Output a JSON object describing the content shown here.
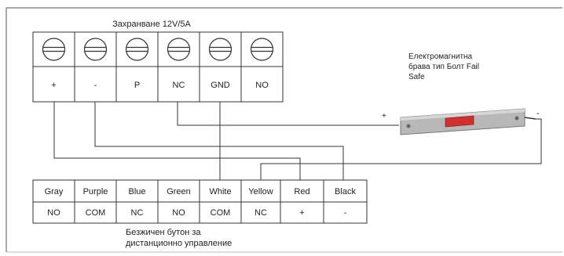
{
  "power_block": {
    "title": "Захранване 12V/5A",
    "terminals": [
      "+",
      "-",
      "P",
      "NC",
      "GND",
      "NO"
    ]
  },
  "lock": {
    "label_lines": [
      "Електромагнитна",
      "брава тип Болт Fail",
      "Safe"
    ],
    "plus_label": "+",
    "minus_label": "-",
    "colors": {
      "body": "#b8b8b8",
      "red_window": "#d32f2f"
    }
  },
  "remote": {
    "colors": [
      "Gray",
      "Purple",
      "Blue",
      "Green",
      "White",
      "Yellow",
      "Red",
      "Black"
    ],
    "functions": [
      "NO",
      "COM",
      "NC",
      "NO",
      "COM",
      "NC",
      "+",
      "-"
    ],
    "caption_lines": [
      "Безжичен бутон за",
      "дистанционно управление"
    ]
  }
}
